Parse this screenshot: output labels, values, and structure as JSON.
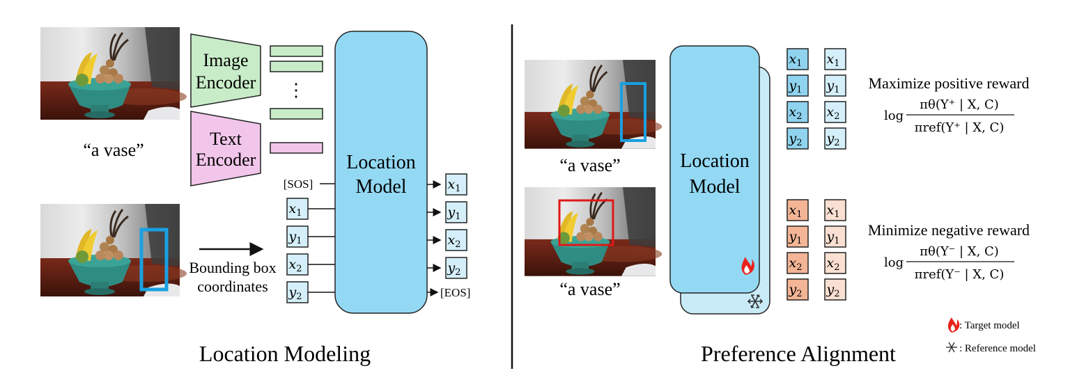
{
  "left": {
    "title": "Location Modeling",
    "caption_top": "“a vase”",
    "image_encoder": [
      "Image",
      "Encoder"
    ],
    "text_encoder": [
      "Text",
      "Encoder"
    ],
    "vertical_dots": "⋮",
    "location_model": [
      "Location",
      "Model"
    ],
    "arrow_label": [
      "Bounding box",
      "coordinates"
    ],
    "sos": "[SOS]",
    "eos": "[EOS]",
    "input_tokens": [
      {
        "var": "x",
        "sub": "1"
      },
      {
        "var": "y",
        "sub": "1"
      },
      {
        "var": "x",
        "sub": "2"
      },
      {
        "var": "y",
        "sub": "2"
      }
    ],
    "output_tokens": [
      {
        "var": "x",
        "sub": "1"
      },
      {
        "var": "y",
        "sub": "1"
      },
      {
        "var": "x",
        "sub": "2"
      },
      {
        "var": "y",
        "sub": "2"
      }
    ]
  },
  "right": {
    "title": "Preference Alignment",
    "caption_pos": "“a vase”",
    "caption_neg": "“a vase”",
    "location_model": [
      "Location",
      "Model"
    ],
    "pos_tokens": [
      {
        "var": "x",
        "sub": "1"
      },
      {
        "var": "y",
        "sub": "1"
      },
      {
        "var": "x",
        "sub": "2"
      },
      {
        "var": "y",
        "sub": "2"
      }
    ],
    "neg_tokens": [
      {
        "var": "x",
        "sub": "1"
      },
      {
        "var": "y",
        "sub": "1"
      },
      {
        "var": "x",
        "sub": "2"
      },
      {
        "var": "y",
        "sub": "2"
      }
    ],
    "pos_heading": "Maximize positive reward",
    "pos_formula": {
      "log": "log",
      "num": "πθ(Y⁺ | X, C)",
      "den": "πref(Y⁺ | X, C)"
    },
    "neg_heading": "Minimize negative reward",
    "neg_formula": {
      "log": "log",
      "num": "πθ(Y⁻ | X, C)",
      "den": "πref(Y⁻ | X, C)"
    },
    "legend_target": ": Target model",
    "legend_reference": ": Reference model"
  },
  "colors": {
    "model_fill": "#94d9f4",
    "model_back_fill": "#c9ebf8",
    "image_encoder_fill": "#c8ecc8",
    "text_encoder_fill": "#f2c6ea",
    "token_light": "#d4eff9",
    "token_dark": "#8fd3ef",
    "neg_dark": "#f3b596",
    "neg_light": "#fae0d2",
    "bbox_blue": "#1aa0e0",
    "bbox_red": "#e01818",
    "flame": "#e8231c"
  },
  "icons": [
    "photo-vase-fruit-bowl",
    "flame-icon",
    "snowflake-icon",
    "arrow-right-icon"
  ]
}
